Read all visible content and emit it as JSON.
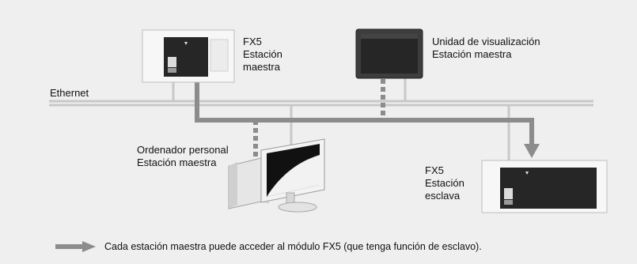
{
  "labels": {
    "fx5_master": [
      "FX5",
      "Estación",
      "maestra"
    ],
    "display_unit": [
      "Unidad de visualización",
      "Estación maestra"
    ],
    "ethernet": "Ethernet",
    "pc_master": [
      "Ordenador personal",
      "Estación maestra"
    ],
    "fx5_slave": [
      "FX5",
      "Estación",
      "esclava"
    ]
  },
  "footer": {
    "note": "Cada estación maestra puede acceder al módulo FX5 (que tenga función de esclavo)."
  },
  "colors": {
    "background": "#efefef",
    "bus": "#c8c8c8",
    "access_path": "#8c8c8c",
    "device_shell": "#f7f7f7",
    "device_panel": "#262626"
  },
  "icons": {
    "plc_master": "plc-module-icon",
    "hmi": "touch-panel-icon",
    "pc": "desktop-computer-icon",
    "plc_slave": "plc-module-icon",
    "legend_arrow": "arrow-right-icon"
  }
}
